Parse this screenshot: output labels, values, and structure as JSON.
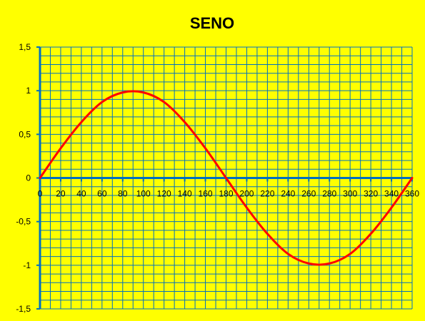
{
  "chart_data": {
    "type": "line",
    "title": "SENO",
    "xlabel": "",
    "ylabel": "",
    "xlim": [
      0,
      360
    ],
    "ylim": [
      -1.5,
      1.5
    ],
    "x_ticks": [
      0,
      20,
      40,
      60,
      80,
      100,
      120,
      140,
      160,
      180,
      200,
      220,
      240,
      260,
      280,
      300,
      320,
      340,
      360
    ],
    "x_tick_labels": [
      "0",
      "20",
      "40",
      "60",
      "80",
      "100",
      "120",
      "140",
      "160",
      "180",
      "200",
      "220",
      "240",
      "260",
      "280",
      "300",
      "320",
      "340",
      "360"
    ],
    "y_ticks": [
      1.5,
      1,
      0.5,
      0,
      -0.5,
      -1,
      -1.5
    ],
    "y_tick_labels": [
      "1,5",
      "1",
      "0,5",
      "0",
      "-0,5",
      "-1",
      "-1,5"
    ],
    "grid": true,
    "legend": "none",
    "series": [
      {
        "x": [
          0,
          20,
          40,
          60,
          80,
          100,
          120,
          140,
          160,
          180,
          200,
          220,
          240,
          260,
          280,
          300,
          320,
          340,
          360
        ],
        "values": [
          0,
          0.34,
          0.64,
          0.87,
          0.98,
          0.98,
          0.87,
          0.64,
          0.34,
          0,
          -0.34,
          -0.64,
          -0.87,
          -0.98,
          -0.98,
          -0.87,
          -0.64,
          -0.34,
          0
        ],
        "color": "#ff0000"
      }
    ],
    "colors": {
      "background": "#ffff00",
      "grid": "#0070c0",
      "axis": "#0070c0",
      "line": "#ff0000"
    }
  }
}
